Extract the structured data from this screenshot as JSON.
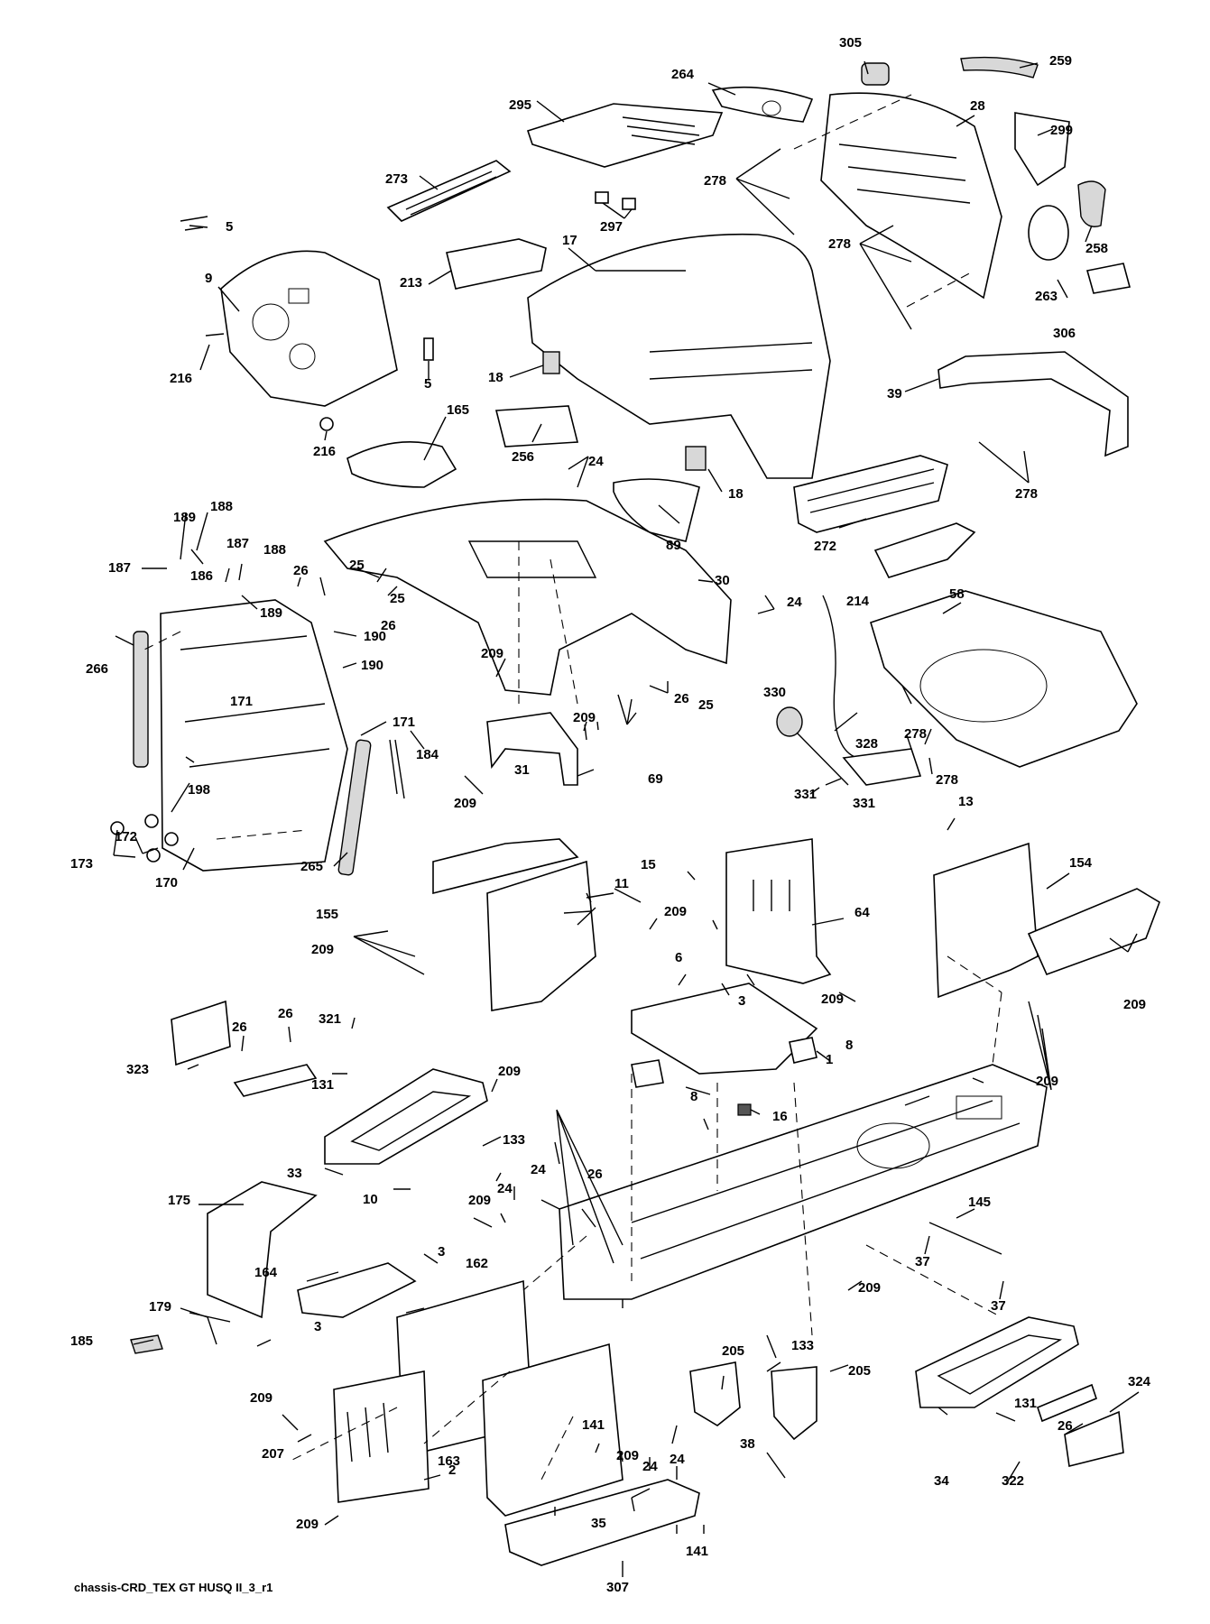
{
  "caption": "chassis-CRD_TEX GT HUSQ II_3_r1",
  "labels": [
    {
      "id": "305",
      "text": "305"
    },
    {
      "id": "259",
      "text": "259"
    },
    {
      "id": "264",
      "text": "264"
    },
    {
      "id": "295",
      "text": "295"
    },
    {
      "id": "28",
      "text": "28"
    },
    {
      "id": "299",
      "text": "299"
    },
    {
      "id": "278a",
      "text": "278"
    },
    {
      "id": "273",
      "text": "273"
    },
    {
      "id": "297",
      "text": "297"
    },
    {
      "id": "258",
      "text": "258"
    },
    {
      "id": "5a",
      "text": "5"
    },
    {
      "id": "17",
      "text": "17"
    },
    {
      "id": "278b",
      "text": "278"
    },
    {
      "id": "9",
      "text": "9"
    },
    {
      "id": "213",
      "text": "213"
    },
    {
      "id": "263",
      "text": "263"
    },
    {
      "id": "306",
      "text": "306"
    },
    {
      "id": "216a",
      "text": "216"
    },
    {
      "id": "5b",
      "text": "5"
    },
    {
      "id": "18a",
      "text": "18"
    },
    {
      "id": "39",
      "text": "39"
    },
    {
      "id": "216b",
      "text": "216"
    },
    {
      "id": "165",
      "text": "165"
    },
    {
      "id": "256",
      "text": "256"
    },
    {
      "id": "24a",
      "text": "24"
    },
    {
      "id": "18b",
      "text": "18"
    },
    {
      "id": "278c",
      "text": "278"
    },
    {
      "id": "189a",
      "text": "189"
    },
    {
      "id": "188a",
      "text": "188"
    },
    {
      "id": "89",
      "text": "89"
    },
    {
      "id": "272",
      "text": "272"
    },
    {
      "id": "187a",
      "text": "187"
    },
    {
      "id": "187b",
      "text": "187"
    },
    {
      "id": "188b",
      "text": "188"
    },
    {
      "id": "186",
      "text": "186"
    },
    {
      "id": "26a",
      "text": "26"
    },
    {
      "id": "25a",
      "text": "25"
    },
    {
      "id": "25b",
      "text": "25"
    },
    {
      "id": "30",
      "text": "30"
    },
    {
      "id": "214",
      "text": "214"
    },
    {
      "id": "189b",
      "text": "189"
    },
    {
      "id": "26b",
      "text": "26"
    },
    {
      "id": "24b",
      "text": "24"
    },
    {
      "id": "58",
      "text": "58"
    },
    {
      "id": "190a",
      "text": "190"
    },
    {
      "id": "266",
      "text": "266"
    },
    {
      "id": "190b",
      "text": "190"
    },
    {
      "id": "209a",
      "text": "209"
    },
    {
      "id": "171a",
      "text": "171"
    },
    {
      "id": "26c",
      "text": "26"
    },
    {
      "id": "25c",
      "text": "25"
    },
    {
      "id": "330",
      "text": "330"
    },
    {
      "id": "278d",
      "text": "278"
    },
    {
      "id": "171b",
      "text": "171"
    },
    {
      "id": "209b",
      "text": "209"
    },
    {
      "id": "184",
      "text": "184"
    },
    {
      "id": "328",
      "text": "328"
    },
    {
      "id": "31",
      "text": "31"
    },
    {
      "id": "69",
      "text": "69"
    },
    {
      "id": "278e",
      "text": "278"
    },
    {
      "id": "198",
      "text": "198"
    },
    {
      "id": "209c",
      "text": "209"
    },
    {
      "id": "331a",
      "text": "331"
    },
    {
      "id": "331b",
      "text": "331"
    },
    {
      "id": "13",
      "text": "13"
    },
    {
      "id": "172",
      "text": "172"
    },
    {
      "id": "173",
      "text": "173"
    },
    {
      "id": "265",
      "text": "265"
    },
    {
      "id": "15",
      "text": "15"
    },
    {
      "id": "154",
      "text": "154"
    },
    {
      "id": "170",
      "text": "170"
    },
    {
      "id": "11",
      "text": "11"
    },
    {
      "id": "155",
      "text": "155"
    },
    {
      "id": "209d",
      "text": "209"
    },
    {
      "id": "64",
      "text": "64"
    },
    {
      "id": "209e",
      "text": "209"
    },
    {
      "id": "6",
      "text": "6"
    },
    {
      "id": "209f",
      "text": "209"
    },
    {
      "id": "3a",
      "text": "3"
    },
    {
      "id": "209g",
      "text": "209"
    },
    {
      "id": "26d",
      "text": "26"
    },
    {
      "id": "321",
      "text": "321"
    },
    {
      "id": "26e",
      "text": "26"
    },
    {
      "id": "8a",
      "text": "8"
    },
    {
      "id": "323",
      "text": "323"
    },
    {
      "id": "209h",
      "text": "209"
    },
    {
      "id": "8b",
      "text": "8"
    },
    {
      "id": "131a",
      "text": "131"
    },
    {
      "id": "209i",
      "text": "209"
    },
    {
      "id": "1",
      "text": "1"
    },
    {
      "id": "16",
      "text": "16"
    },
    {
      "id": "133a",
      "text": "133"
    },
    {
      "id": "33",
      "text": "33"
    },
    {
      "id": "10",
      "text": "10"
    },
    {
      "id": "24c",
      "text": "24"
    },
    {
      "id": "26f",
      "text": "26"
    },
    {
      "id": "175",
      "text": "175"
    },
    {
      "id": "209j",
      "text": "209"
    },
    {
      "id": "24d",
      "text": "24"
    },
    {
      "id": "145",
      "text": "145"
    },
    {
      "id": "37a",
      "text": "37"
    },
    {
      "id": "3b",
      "text": "3"
    },
    {
      "id": "162",
      "text": "162"
    },
    {
      "id": "164",
      "text": "164"
    },
    {
      "id": "209k",
      "text": "209"
    },
    {
      "id": "37b",
      "text": "37"
    },
    {
      "id": "179",
      "text": "179"
    },
    {
      "id": "3c",
      "text": "3"
    },
    {
      "id": "133b",
      "text": "133"
    },
    {
      "id": "185",
      "text": "185"
    },
    {
      "id": "205a",
      "text": "205"
    },
    {
      "id": "205b",
      "text": "205"
    },
    {
      "id": "324",
      "text": "324"
    },
    {
      "id": "131b",
      "text": "131"
    },
    {
      "id": "209l",
      "text": "209"
    },
    {
      "id": "141a",
      "text": "141"
    },
    {
      "id": "26g",
      "text": "26"
    },
    {
      "id": "38",
      "text": "38"
    },
    {
      "id": "2",
      "text": "2"
    },
    {
      "id": "207",
      "text": "207"
    },
    {
      "id": "163",
      "text": "163"
    },
    {
      "id": "209m",
      "text": "209"
    },
    {
      "id": "24e",
      "text": "24"
    },
    {
      "id": "24f",
      "text": "24"
    },
    {
      "id": "34",
      "text": "34"
    },
    {
      "id": "322",
      "text": "322"
    },
    {
      "id": "35",
      "text": "35"
    },
    {
      "id": "209n",
      "text": "209"
    },
    {
      "id": "141b",
      "text": "141"
    },
    {
      "id": "307",
      "text": "307"
    }
  ]
}
